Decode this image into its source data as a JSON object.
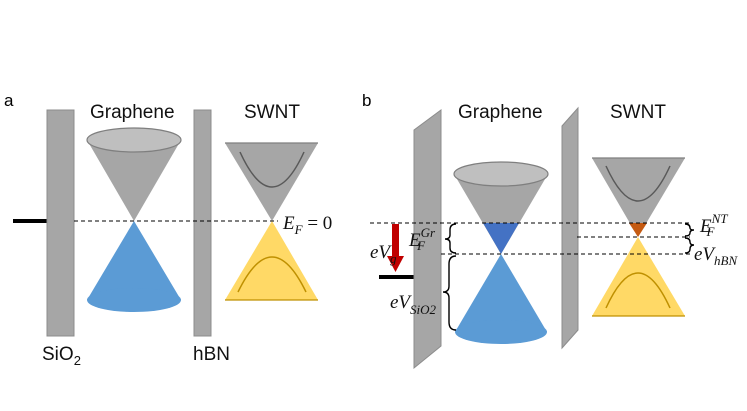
{
  "colors": {
    "gray_fill": "#a6a6a6",
    "gray_stroke": "#7f7f7f",
    "blue": "#5b9bd5",
    "blue_dark": "#4472c4",
    "yellow": "#ffd966",
    "yellow_stroke": "#bf9000",
    "orange": "#c55a11",
    "red_arrow": "#c00000",
    "black": "#000000"
  },
  "panel_a": {
    "letter": "a",
    "graphene_label": "Graphene",
    "swnt_label": "SWNT",
    "sio2_label": {
      "main": "SiO",
      "sub": "2"
    },
    "hbn_label": "hBN",
    "ef_label": {
      "e": "E",
      "sub": "F",
      "rest": " = 0"
    }
  },
  "panel_b": {
    "letter": "b",
    "graphene_label": "Graphene",
    "swnt_label": "SWNT",
    "eVg": {
      "e": "eV",
      "sub": "g"
    },
    "EFGr": {
      "e": "E",
      "sub": "F",
      "sup": "Gr"
    },
    "eVSiO2": {
      "e": "eV",
      "sub": "SiO2"
    },
    "EFNT": {
      "e": "E",
      "sub": "F",
      "sup": "NT"
    },
    "eVhBN": {
      "e": "eV",
      "sub": "hBN"
    }
  }
}
